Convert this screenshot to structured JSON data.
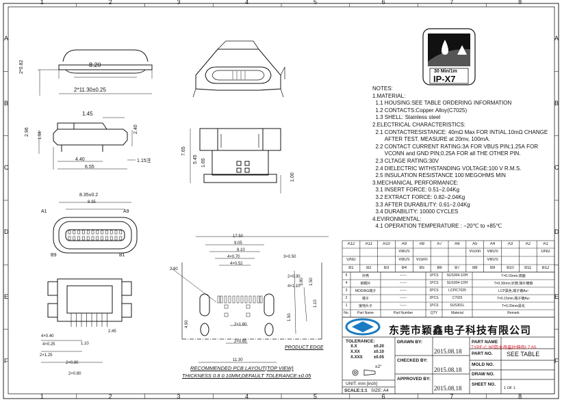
{
  "frame": {
    "columns": [
      "1",
      "2",
      "3",
      "4",
      "5",
      "6",
      "7",
      "8"
    ],
    "rows": [
      "A",
      "B",
      "C",
      "D",
      "E",
      "F"
    ]
  },
  "dims": {
    "top_view": [
      "8.20",
      "2*11.30±0.25",
      "2*0.82"
    ],
    "side_view": [
      "1.45",
      "2.96",
      "1.58",
      "2.40",
      "4.40",
      "6.55",
      "1.15注"
    ],
    "front_view": [
      "7.65",
      "5.45",
      "1.65",
      "1.00"
    ],
    "pin_view": [
      "8.35±0.2",
      "8.35",
      "A1",
      "A9",
      "B9",
      "B1"
    ],
    "pcb": [
      "17.50",
      "9.05",
      "8.10",
      "4×0.70",
      "4×0.52",
      "2.90",
      "3×0.50",
      "2×0.30",
      "4×1.10",
      "2×0.65",
      "2×1.60",
      "11.30",
      "3.80",
      "1.50",
      "1.10",
      "1.50",
      "4.90"
    ],
    "bottom_view": [
      "4×0.40",
      "4×0.25",
      "2×1.25",
      "2×0.80",
      "2×0.80",
      "2.45",
      "1.10"
    ]
  },
  "badge": {
    "rating": "30 Min/1m",
    "code": "IP-X7"
  },
  "notes": [
    "NOTES:",
    "1.MATERIAL:",
    "  1.1 HOUSING:SEE TABLE ORDERING INFORMATION",
    "  1.2 CONTACTS:Copper Alloy(C7025)",
    "  1.3 SHELL: Stainless steel",
    "2.ELECTRICAL CHARACTERISTICS:",
    "  2.1 CONTACTRESISTANCE: 40mΩ Max FOR INTIAL.10mΩ CHANGE",
    "        AFTER TEST. MEASURE at 20mv, 100mA.",
    "  2.2 CONTACT CURRENT RATING:3A FOR VBUS PIN;1.25A FOR",
    "        VCONN and GND PIN;0.25A FOR all THE OTHER PIN.",
    "  2.3 CLTAGE RATING:30V",
    "  2.4 DIELECTRIC WITHSTANDING VOLTAGE:100 V R.M.S.",
    "  2.5 INSULATION RESISTANCE 100 MEGOHMS MIN",
    "3.MECHANICAL PERFORMANCE:",
    "  3.1 INSERT FORCE: 0.51–2.04Kg",
    "  3.2 EXTRACT FORCE: 0.82–2.04Kg",
    "  3.3 AFTER DURABILITY: 0.61–2.04Kg",
    "  3.4 DURABILITY: 10000 CYCLES",
    "4.EVIRONMENTAL:",
    "  4.1 OPERATION TEMPERATURE : −20℃ to +85℃"
  ],
  "pin_table": {
    "top_labels": [
      "A12",
      "A11",
      "A10",
      "A9",
      "A8",
      "A7",
      "A6",
      "A5",
      "A4",
      "A3",
      "A2",
      "A1"
    ],
    "top_signals": [
      "",
      "",
      "",
      "VBUS",
      "",
      "",
      "",
      "Vconn",
      "VBUS",
      "",
      "",
      "GND"
    ],
    "bot_signals": [
      "GND",
      "",
      "",
      "VBUS",
      "Vconn",
      "",
      "",
      "",
      "VBUS",
      "",
      "",
      ""
    ],
    "bot_labels": [
      "B1",
      "B2",
      "B3",
      "B4",
      "B5",
      "B6",
      "B7",
      "B8",
      "B9",
      "B10",
      "B11",
      "B12"
    ]
  },
  "bom": {
    "rows": [
      [
        "5",
        "外壳",
        "------",
        "1PCS",
        "SUS304-1/2H",
        "T=0.15mm,镜面"
      ],
      [
        "4",
        "铆钢片",
        "------",
        "1PCS",
        "SUS304-1/2H",
        "T=0.30mm,针脖,弹片镀锡"
      ],
      [
        "3",
        "MODING端子",
        "------",
        "2PCS",
        "LCP/C7025",
        "LCP黑色,端子镀Au¹"
      ],
      [
        "2",
        "端子",
        "------",
        "2PCS",
        "C7025",
        "T=0.15mm,端子镀Au¹"
      ],
      [
        "1",
        "接地片子",
        "------",
        "1PCS",
        "SUS301L",
        "T=0.20mm黑化"
      ]
    ],
    "header": [
      "No.",
      "Part Name",
      "Part Number",
      "QTY",
      "Material",
      "Remark"
    ]
  },
  "title_block": {
    "company": "东莞市颖鑫电子科技有限公司",
    "drawn_by_label": "DRAWN BY:",
    "drawn_date": "2015.08.18",
    "checked_by_label": "CHECKED BY:",
    "checked_date": "2015.08.18",
    "approved_by_label": "APPROVED BY:",
    "approved_date": "2015.08.18",
    "part_name_label": "PART NAME",
    "part_name_value": "TYPE-C 8P防水母座拉伸壳L7.65",
    "part_no_label": "PART NO.",
    "part_no_value": "SEE TABLE",
    "mold_no_label": "MOLD NO.",
    "draw_no_label": "DRAW NO.",
    "sheet_no_label": "SHEET NO.",
    "sheet_no_value": "1 OF 1",
    "tolerance_label": "TOLERANCE:",
    "tol_rows": [
      [
        "X.X",
        "±0.20"
      ],
      [
        "X.XX",
        "±0.10"
      ],
      [
        "X.XXX",
        "±0.05"
      ]
    ],
    "angle_label": "±2°",
    "unit_label": "UNIT: mm [inch]",
    "scale_label": "SCALE:1:1",
    "size_label": "SIZE: A4"
  },
  "pcb_caption": [
    "RECOMMENDED PCB LAYOUT(TOP VIEW)",
    "THICKNESS 0.8  0.10MM;DEFAULT TOLERANCE:±0.05"
  ],
  "product_edge": "PRODUCT EDGE",
  "accent_red": "#d2202a"
}
